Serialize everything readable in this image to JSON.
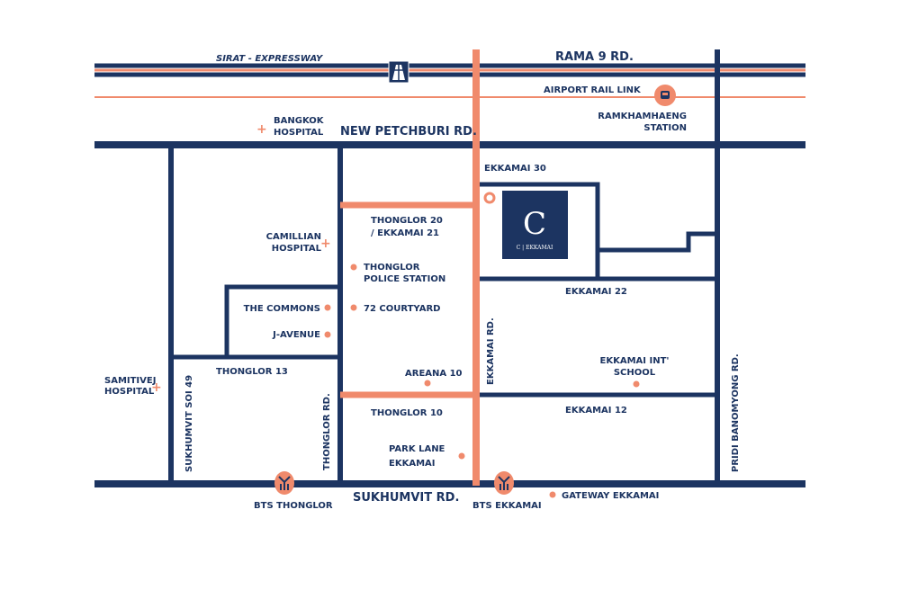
{
  "roads": {
    "expressway": "SIRAT - EXPRESSWAY",
    "rama9": "RAMA  9  RD.",
    "airport_rail": "AIRPORT RAIL LINK",
    "new_petchburi": "NEW PETCHBURI RD.",
    "ekkamai30": "EKKAMAI 30",
    "thonglor20": "THONGLOR 20",
    "ekkamai21": "/ EKKAMAI 21",
    "ekkamai22": "EKKAMAI 22",
    "ekkamai_rd": "EKKAMAI RD.",
    "thonglor13": "THONGLOR 13",
    "thonglor10": "THONGLOR 10",
    "ekkamai12": "EKKAMAI 12",
    "soi49": "SUKHUMVIT SOI 49",
    "thonglor_rd": "THONGLOR RD.",
    "pridi": "PRIDI BANOMYONG RD.",
    "sukhumvit": "SUKHUMVIT RD."
  },
  "places": {
    "bangkok_hospital": [
      "BANGKOK",
      "HOSPITAL"
    ],
    "ramkhamhaeng": [
      "RAMKHAMHAENG",
      "STATION"
    ],
    "camillian": [
      "CAMILLIAN",
      "HOSPITAL"
    ],
    "police": [
      "THONGLOR",
      "POLICE STATION"
    ],
    "commons": "THE COMMONS",
    "courtyard": "72 COURTYARD",
    "javenue": "J-AVENUE",
    "samitivej": [
      "SAMITIVEJ",
      "HOSPITAL"
    ],
    "areana": "AREANA 10",
    "school": [
      "EKKAMAI INT'",
      "SCHOOL"
    ],
    "parklane": [
      "PARK LANE",
      "EKKAMAI"
    ],
    "bts_thonglor": "BTS  THONGLOR",
    "bts_ekkamai": "BTS  EKKAMAI",
    "gateway": "GATEWAY EKKAMAI"
  },
  "logo": {
    "mark": "C",
    "name": "C | EKKAMAI"
  },
  "colors": {
    "navy": "#1c3461",
    "salmon": "#f08a6c"
  }
}
